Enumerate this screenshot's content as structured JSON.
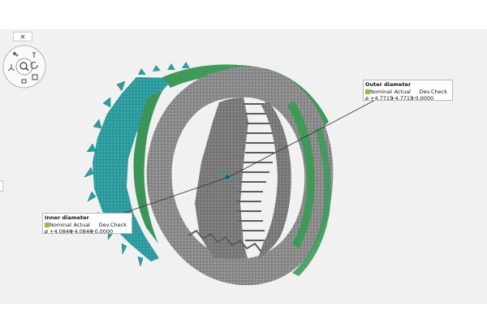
{
  "toolbar": {
    "close_glyph": "×"
  },
  "nav_wheel": {
    "icons": [
      "move-icon",
      "zoom-icon",
      "rotate-icon",
      "view-cube-icon",
      "pan-icon",
      "axis-icon"
    ]
  },
  "labels": {
    "outer": {
      "title": "Outer diameter",
      "headers": [
        "Nominal",
        "Actual",
        "Dev.",
        "Check"
      ],
      "symbol": "ø",
      "values": [
        "+4.7715",
        "+4.7715",
        "+0.0000",
        ""
      ]
    },
    "inner": {
      "title": "Inner diameter",
      "headers": [
        "Nominal",
        "Actual",
        "Dev.",
        "Check"
      ],
      "symbol": "ø",
      "values": [
        "+4.0846",
        "+4.0846",
        "+0.0000",
        ""
      ]
    }
  },
  "colors": {
    "teeth": "#2f9da0",
    "ring_gray": "#8e8e8e",
    "edge_green": "#3f9a5a",
    "check_green": "#8ac33e"
  }
}
